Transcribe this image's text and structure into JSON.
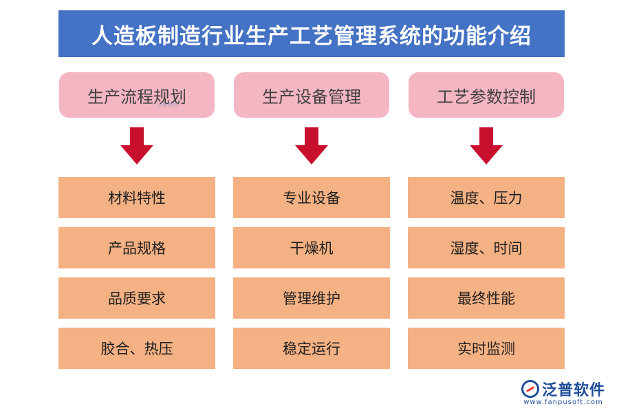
{
  "title": "人造板制造行业生产工艺管理系统的功能介绍",
  "colors": {
    "title_bg": "#4472c4",
    "header_bg": "#f4b6c2",
    "arrow": "#c8102e",
    "item_bg": "#f4b183"
  },
  "columns": [
    {
      "header": "生产流程规划",
      "items": [
        "材料特性",
        "产品规格",
        "品质要求",
        "胶合、热压"
      ]
    },
    {
      "header": "生产设备管理",
      "items": [
        "专业设备",
        "干燥机",
        "管理维护",
        "稳定运行"
      ]
    },
    {
      "header": "工艺参数控制",
      "items": [
        "温度、压力",
        "湿度、时间",
        "最终性能",
        "实时监测"
      ]
    }
  ],
  "watermark": {
    "brand": "泛普软件",
    "url": "www.fanpusoft.com",
    "icon": "fanpu-logo-icon"
  }
}
